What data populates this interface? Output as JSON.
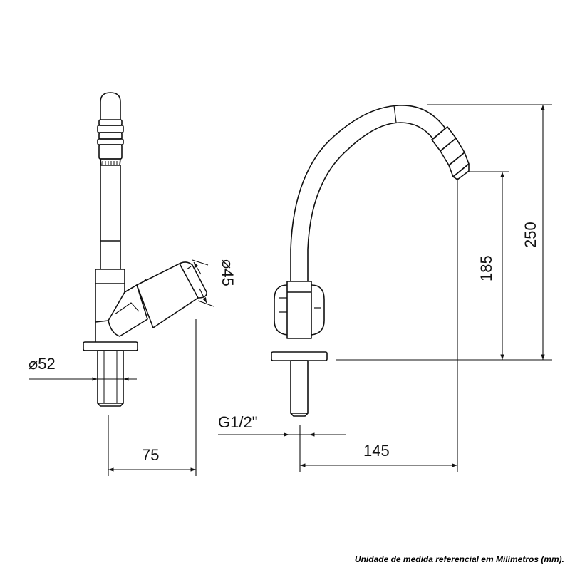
{
  "dimensions": {
    "base_diameter": "⌀52",
    "handle_diameter": "⌀45",
    "depth": "75",
    "thread": "G1/2\"",
    "reach": "145",
    "spout_height": "185",
    "total_height": "250"
  },
  "footnote": "Unidade de medida referencial em Milímetros (mm).",
  "colors": {
    "line": "#111111",
    "background": "#ffffff"
  }
}
